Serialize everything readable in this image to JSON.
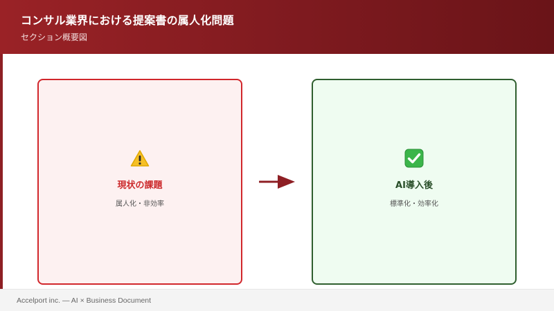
{
  "header": {
    "title": "コンサル業界における提案書の属人化問題",
    "subtitle": "セクション概要図"
  },
  "cards": {
    "problem": {
      "icon": "warning-icon",
      "title": "現状の課題",
      "description": "属人化・非効率",
      "border_color": "#d1262b",
      "background_color": "#fdf1f1"
    },
    "solution": {
      "icon": "check-mark-icon",
      "title": "AI導入後",
      "description": "標準化・効率化",
      "border_color": "#2e5e2e",
      "background_color": "#effcf1"
    }
  },
  "connector": {
    "icon": "right-arrow-icon",
    "color": "#8e1f24"
  },
  "footer": {
    "text": "Accelport inc. — AI × Business Document"
  },
  "colors": {
    "brand": "#8e1f24"
  }
}
